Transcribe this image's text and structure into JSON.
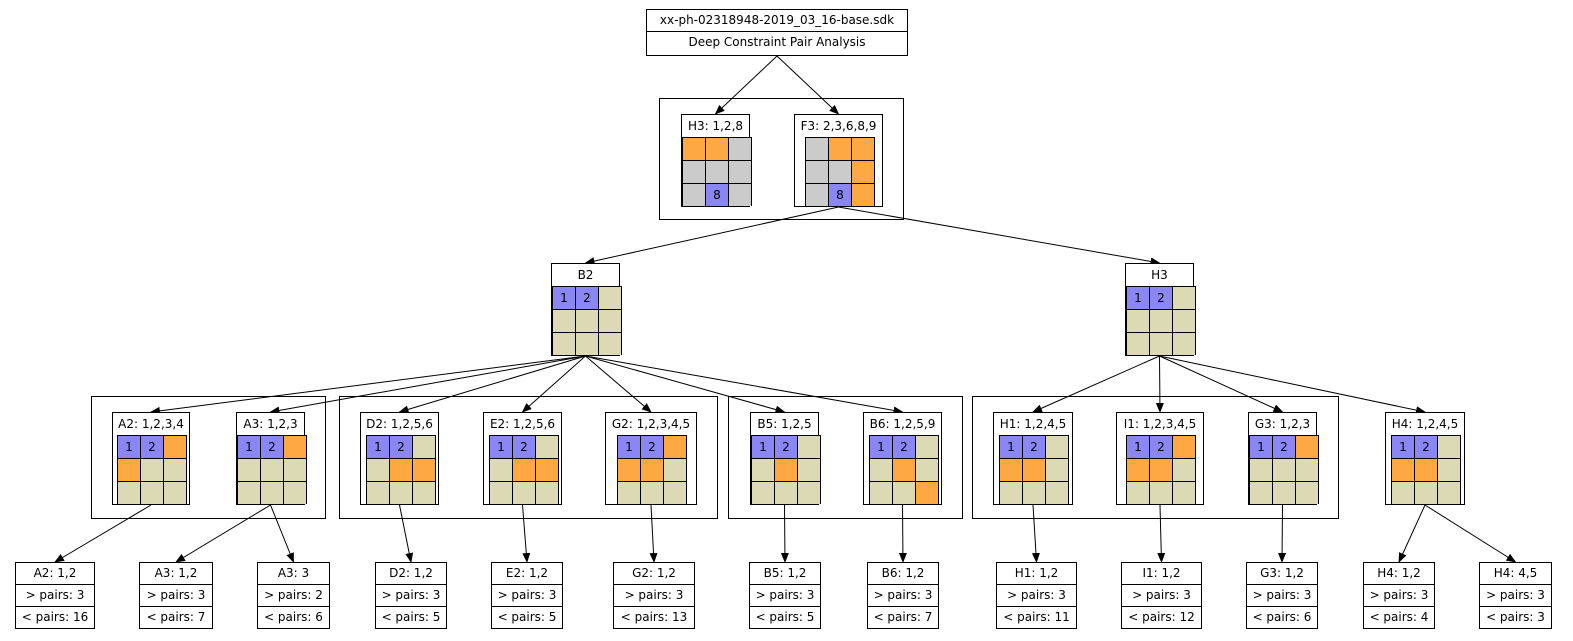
{
  "root": {
    "title": "xx-ph-02318948-2019_03_16-base.sdk",
    "subtitle": "Deep Constraint Pair Analysis"
  },
  "colors": {
    "blue": "#8a87f5",
    "orange": "#fda842",
    "gray": "#cbcbcb",
    "khaki": "#dcd9b5"
  },
  "nodes": {
    "h3_top": {
      "label": "H3: 1,2,8",
      "cells": [
        "o",
        "o",
        "g",
        "g",
        "g",
        "g",
        "g",
        "b:8",
        "g"
      ]
    },
    "f3_top": {
      "label": "F3: 2,3,6,8,9",
      "cells": [
        "g",
        "o",
        "o",
        "g",
        "g",
        "o",
        "g",
        "b:8",
        "o"
      ]
    },
    "b2": {
      "label": "B2",
      "cells": [
        "b:1",
        "b:2",
        "k",
        "k",
        "k",
        "k",
        "k",
        "k",
        "k"
      ]
    },
    "h3": {
      "label": "H3",
      "cells": [
        "b:1",
        "b:2",
        "k",
        "k",
        "k",
        "k",
        "k",
        "k",
        "k"
      ]
    },
    "a2": {
      "label": "A2: 1,2,3,4",
      "cells": [
        "b:1",
        "b:2",
        "o",
        "o",
        "k",
        "k",
        "k",
        "k",
        "k"
      ]
    },
    "a3": {
      "label": "A3: 1,2,3",
      "cells": [
        "b:1",
        "b:2",
        "o",
        "k",
        "k",
        "k",
        "k",
        "k",
        "k"
      ]
    },
    "d2": {
      "label": "D2: 1,2,5,6",
      "cells": [
        "b:1",
        "b:2",
        "k",
        "k",
        "o",
        "o",
        "k",
        "k",
        "k"
      ]
    },
    "e2": {
      "label": "E2: 1,2,5,6",
      "cells": [
        "b:1",
        "b:2",
        "k",
        "k",
        "o",
        "o",
        "k",
        "k",
        "k"
      ]
    },
    "g2": {
      "label": "G2: 1,2,3,4,5",
      "cells": [
        "b:1",
        "b:2",
        "o",
        "o",
        "o",
        "k",
        "k",
        "k",
        "k"
      ]
    },
    "b5": {
      "label": "B5: 1,2,5",
      "cells": [
        "b:1",
        "b:2",
        "k",
        "k",
        "o",
        "k",
        "k",
        "k",
        "k"
      ]
    },
    "b6": {
      "label": "B6: 1,2,5,9",
      "cells": [
        "b:1",
        "b:2",
        "k",
        "k",
        "o",
        "k",
        "k",
        "k",
        "o"
      ]
    },
    "h1": {
      "label": "H1: 1,2,4,5",
      "cells": [
        "b:1",
        "b:2",
        "k",
        "o",
        "o",
        "k",
        "k",
        "k",
        "k"
      ]
    },
    "i1": {
      "label": "I1: 1,2,3,4,5",
      "cells": [
        "b:1",
        "b:2",
        "o",
        "o",
        "o",
        "k",
        "k",
        "k",
        "k"
      ]
    },
    "g3": {
      "label": "G3: 1,2,3",
      "cells": [
        "b:1",
        "b:2",
        "o",
        "k",
        "k",
        "k",
        "k",
        "k",
        "k"
      ]
    },
    "h4": {
      "label": "H4: 1,2,4,5",
      "cells": [
        "b:1",
        "b:2",
        "k",
        "o",
        "o",
        "k",
        "k",
        "k",
        "k"
      ]
    }
  },
  "records": {
    "r_a2": [
      "A2: 1,2",
      "> pairs: 3",
      "< pairs: 16"
    ],
    "r_a3a": [
      "A3: 1,2",
      "> pairs: 3",
      "< pairs: 7"
    ],
    "r_a3b": [
      "A3: 3",
      "> pairs: 2",
      "< pairs: 6"
    ],
    "r_d2": [
      "D2: 1,2",
      "> pairs: 3",
      "< pairs: 5"
    ],
    "r_e2": [
      "E2: 1,2",
      "> pairs: 3",
      "< pairs: 5"
    ],
    "r_g2": [
      "G2: 1,2",
      "> pairs: 3",
      "< pairs: 13"
    ],
    "r_b5": [
      "B5: 1,2",
      "> pairs: 3",
      "< pairs: 5"
    ],
    "r_b6": [
      "B6: 1,2",
      "> pairs: 3",
      "< pairs: 7"
    ],
    "r_h1": [
      "H1: 1,2",
      "> pairs: 3",
      "< pairs: 11"
    ],
    "r_i1": [
      "I1: 1,2",
      "> pairs: 3",
      "< pairs: 12"
    ],
    "r_g3": [
      "G3: 1,2",
      "> pairs: 3",
      "< pairs: 6"
    ],
    "r_h4a": [
      "H4: 1,2",
      "> pairs: 3",
      "< pairs: 4"
    ],
    "r_h4b": [
      "H4: 4,5",
      "> pairs: 3",
      "< pairs: 3"
    ]
  },
  "edges": [
    [
      "root",
      "h3_top"
    ],
    [
      "root",
      "f3_top"
    ],
    [
      "f3_top",
      "b2"
    ],
    [
      "f3_top",
      "h3"
    ],
    [
      "b2",
      "a2"
    ],
    [
      "b2",
      "a3"
    ],
    [
      "b2",
      "d2"
    ],
    [
      "b2",
      "e2"
    ],
    [
      "b2",
      "g2"
    ],
    [
      "b2",
      "b5"
    ],
    [
      "b2",
      "b6"
    ],
    [
      "h3",
      "h1"
    ],
    [
      "h3",
      "i1"
    ],
    [
      "h3",
      "g3"
    ],
    [
      "h3",
      "h4"
    ],
    [
      "a2",
      "r_a2"
    ],
    [
      "a3",
      "r_a3a"
    ],
    [
      "a3",
      "r_a3b"
    ],
    [
      "d2",
      "r_d2"
    ],
    [
      "e2",
      "r_e2"
    ],
    [
      "g2",
      "r_g2"
    ],
    [
      "b5",
      "r_b5"
    ],
    [
      "b6",
      "r_b6"
    ],
    [
      "h1",
      "r_h1"
    ],
    [
      "i1",
      "r_i1"
    ],
    [
      "g3",
      "r_g3"
    ],
    [
      "h4",
      "r_h4a"
    ],
    [
      "h4",
      "r_h4b"
    ]
  ]
}
